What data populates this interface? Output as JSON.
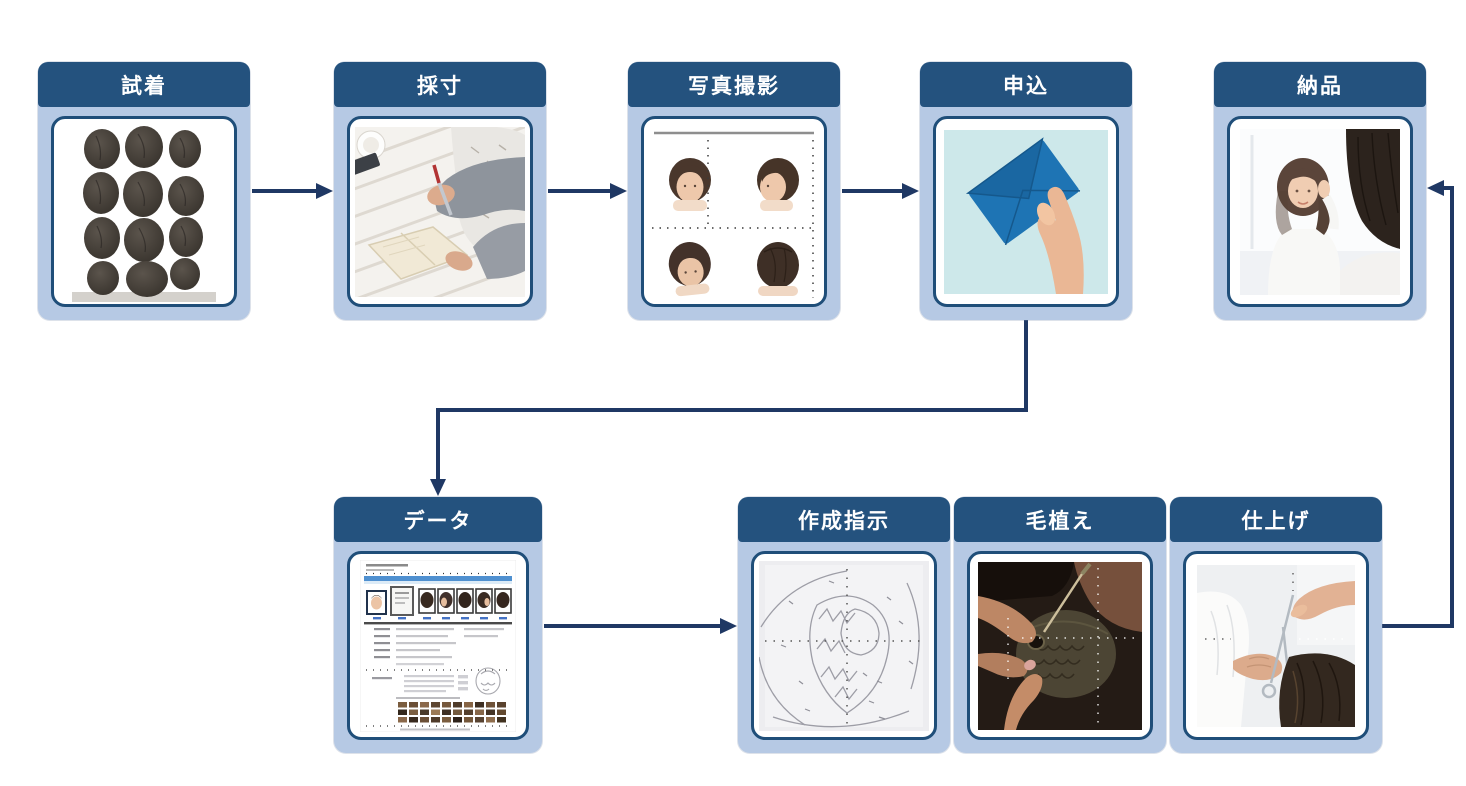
{
  "diagram": {
    "type": "process-flowchart",
    "language": "ja",
    "steps": [
      {
        "id": "tryon",
        "label": "試着",
        "photo": "wig-samples-photo",
        "row": "top"
      },
      {
        "id": "measurement",
        "label": "採寸",
        "photo": "measuring-notes-photo",
        "row": "top"
      },
      {
        "id": "photo-shoot",
        "label": "写真撮影",
        "photo": "four-angle-portraits-photo",
        "row": "top"
      },
      {
        "id": "application",
        "label": "申込",
        "photo": "envelope-in-hand-photo",
        "row": "top"
      },
      {
        "id": "delivery",
        "label": "納品",
        "photo": "salon-fitting-mirror-photo",
        "row": "top"
      },
      {
        "id": "data",
        "label": "データ",
        "photo": "customer-data-sheet-screenshot",
        "row": "bottom"
      },
      {
        "id": "instruction",
        "label": "作成指示",
        "photo": "pattern-drawing-photo",
        "row": "bottom"
      },
      {
        "id": "implanting",
        "label": "毛植え",
        "photo": "hair-implanting-photo",
        "row": "bottom"
      },
      {
        "id": "finishing",
        "label": "仕上げ",
        "photo": "finishing-trim-photo",
        "row": "bottom"
      }
    ],
    "flow": [
      "試着 → 採寸",
      "採寸 → 写真撮影",
      "写真撮影 → 申込",
      "申込 → データ",
      "データ → 作成指示",
      "作成指示 → 毛植え",
      "毛植え → 仕上げ",
      "仕上げ → 納品"
    ],
    "colors": {
      "header_bg": "#24527e",
      "header_text": "#ffffff",
      "card_bg": "#b6c9e4",
      "card_border": "#1f4e79",
      "arrow": "#1f3864",
      "canvas_bg": "#ffffff"
    }
  }
}
